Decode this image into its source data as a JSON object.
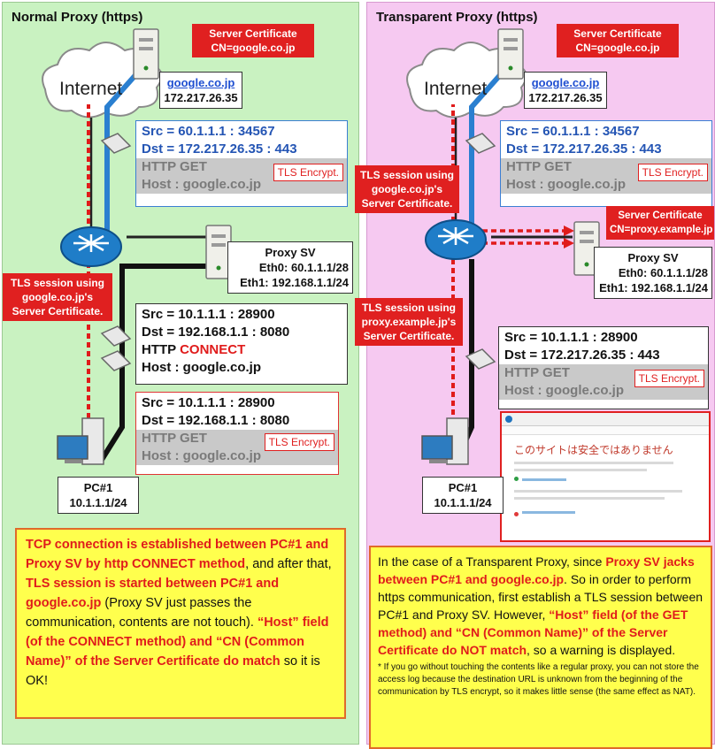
{
  "left": {
    "title": "Normal Proxy (https)",
    "internet_label": "Internet",
    "server_cert": {
      "line1": "Server Certificate",
      "line2": "CN=google.co.jp"
    },
    "google_host": {
      "name": "google.co.jp",
      "ip": "172.217.26.35"
    },
    "packet_upper": {
      "src": "Src = 60.1.1.1  : 34567",
      "dst": "Dst = 172.217.26.35  : 443",
      "line3": "HTTP GET",
      "line4": "Host : google.co.jp",
      "tls": "TLS Encrypt."
    },
    "proxy": {
      "name": "Proxy SV",
      "eth0": "Eth0: 60.1.1.1/28",
      "eth1": "Eth1: 192.168.1.1/24"
    },
    "tls_label": {
      "line1": "TLS session using",
      "line2": "google.co.jp's",
      "line3": "Server Certificate."
    },
    "packet_connect": {
      "src": "Src = 10.1.1.1  : 28900",
      "dst": "Dst = 192.168.1.1  : 8080",
      "method_prefix": "HTTP ",
      "method": "CONNECT",
      "host": "Host : google.co.jp"
    },
    "packet_get": {
      "src": "Src = 10.1.1.1  : 28900",
      "dst": "Dst = 192.168.1.1  : 8080",
      "line3": "HTTP GET",
      "line4": "Host : google.co.jp",
      "tls": "TLS Encrypt."
    },
    "pc": {
      "name": "PC#1",
      "ip": "10.1.1.1/24"
    },
    "note": {
      "s1": "TCP connection is established between PC#1 and Proxy SV by http CONNECT method",
      "s2": ", and after that, ",
      "s3": "TLS session is started between PC#1 and google.co.jp",
      "s4": " (Proxy SV just passes the communication, contents are not touch). ",
      "s5": "“Host” field (of the CONNECT method) and “CN (Common Name)” of the Server Certificate do match",
      "s6": " so it is OK!"
    }
  },
  "right": {
    "title": "Transparent Proxy (https)",
    "internet_label": "Internet",
    "server_cert": {
      "line1": "Server Certificate",
      "line2": "CN=google.co.jp"
    },
    "google_host": {
      "name": "google.co.jp",
      "ip": "172.217.26.35"
    },
    "packet_upper": {
      "src": "Src = 60.1.1.1  : 34567",
      "dst": "Dst = 172.217.26.35  : 443",
      "line3": "HTTP GET",
      "line4": "Host : google.co.jp",
      "tls": "TLS Encrypt."
    },
    "tls_label_upper": {
      "line1": "TLS session using",
      "line2": "google.co.jp's",
      "line3": "Server Certificate."
    },
    "proxy_cert": {
      "line1": "Server Certificate",
      "line2": "CN=proxy.example.jp"
    },
    "proxy": {
      "name": "Proxy SV",
      "eth0": "Eth0: 60.1.1.1/28",
      "eth1": "Eth1: 192.168.1.1/24"
    },
    "tls_label_lower": {
      "line1": "TLS session using",
      "line2": "proxy.example.jp's",
      "line3": "Server Certificate."
    },
    "packet_lower": {
      "src": "Src = 10.1.1.1  : 28900",
      "dst": "Dst = 172.217.26.35  : 443",
      "line3": "HTTP GET",
      "line4": "Host : google.co.jp",
      "tls": "TLS Encrypt."
    },
    "browser_warning": "このサイトは安全ではありません",
    "pc": {
      "name": "PC#1",
      "ip": "10.1.1.1/24"
    },
    "note": {
      "s1": "In the case of a Transparent Proxy, since ",
      "s2": "Proxy SV jacks between PC#1 and google.co.jp",
      "s3": ". So in order to perform https communication, first establish a TLS session between PC#1 and Proxy SV. However, ",
      "s4": "“Host” field (of the GET method) and “CN (Common Name)” of the Server Certificate do NOT match",
      "s5": ", so a warning is displayed.",
      "small": "* If you go without touching the contents like a regular proxy, you can not store the access log because the destination URL is unknown from the beginning of the communication by TLS encrypt, so it makes little sense (the same effect as NAT)."
    }
  }
}
